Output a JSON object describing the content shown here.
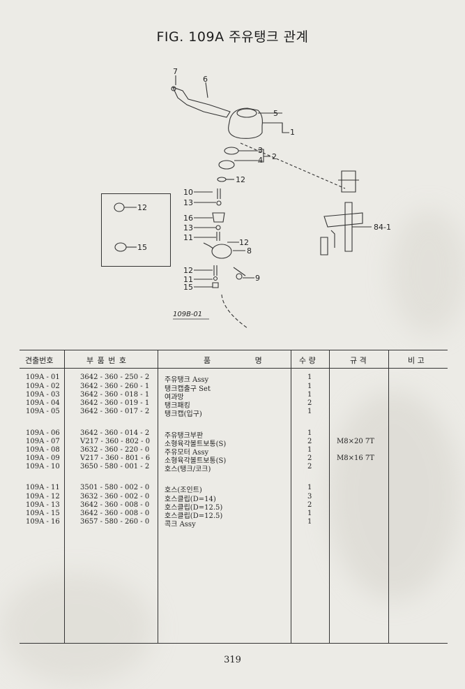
{
  "page": {
    "title": "FIG. 109A 주유탱크 관계",
    "page_number": "319"
  },
  "diagram": {
    "callouts": [
      "7",
      "6",
      "5",
      "1",
      "3",
      "4",
      "2",
      "12",
      "10",
      "13",
      "16",
      "13",
      "11",
      "12",
      "8",
      "12",
      "11",
      "15",
      "9",
      "84-1",
      "12",
      "15"
    ],
    "ref_code": "109B-01"
  },
  "table": {
    "headers": {
      "index": "견출번호",
      "part_no": "부 품 번 호",
      "name": "품 명",
      "qty": "수 량",
      "spec": "규 격",
      "remarks": "비 고"
    },
    "rows": [
      {
        "index": "109A - 01",
        "part_no": "3642 - 360 - 250 - 2",
        "name": "주유탱크 Assy",
        "qty": "1",
        "spec": ""
      },
      {
        "index": "109A - 02",
        "part_no": "3642 - 360 - 260 - 1",
        "name": "탱크캡출구 Set",
        "qty": "1",
        "spec": ""
      },
      {
        "index": "109A - 03",
        "part_no": "3642 - 360 - 018 - 1",
        "name": "여과망",
        "qty": "1",
        "spec": ""
      },
      {
        "index": "109A - 04",
        "part_no": "3642 - 360 - 019 - 1",
        "name": "탱크패킹",
        "qty": "2",
        "spec": ""
      },
      {
        "index": "109A - 05",
        "part_no": "3642 - 360 - 017 - 2",
        "name": "탱크캡(입구)",
        "qty": "1",
        "spec": ""
      },
      {
        "index": "109A - 06",
        "part_no": "3642 - 360 - 014 - 2",
        "name": "주유탱크부판",
        "qty": "1",
        "spec": ""
      },
      {
        "index": "109A - 07",
        "part_no": "V217 - 360 - 802 - 0",
        "name": "소형육각볼트보통(S)",
        "qty": "2",
        "spec": "M8×20 7T"
      },
      {
        "index": "109A - 08",
        "part_no": "3632 - 360 - 220 - 0",
        "name": "주유모터 Assy",
        "qty": "1",
        "spec": ""
      },
      {
        "index": "109A - 09",
        "part_no": "V217 - 360 - 801 - 6",
        "name": "소형육각볼트보통(S)",
        "qty": "2",
        "spec": "M8×16 7T"
      },
      {
        "index": "109A - 10",
        "part_no": "3650 - 580 - 001 - 2",
        "name": "호스(탱크/코크)",
        "qty": "2",
        "spec": ""
      },
      {
        "index": "109A - 11",
        "part_no": "3501 - 580 - 002 - 0",
        "name": "호스(조인트)",
        "qty": "1",
        "spec": ""
      },
      {
        "index": "109A - 12",
        "part_no": "3632 - 360 - 002 - 0",
        "name": "호스클립(D=14)",
        "qty": "3",
        "spec": ""
      },
      {
        "index": "109A - 13",
        "part_no": "3642 - 360 - 008 - 0",
        "name": "호스클립(D=12.5)",
        "qty": "2",
        "spec": ""
      },
      {
        "index": "109A - 15",
        "part_no": "3642 - 360 - 008 - 0",
        "name": "호스클립(D=12.5)",
        "qty": "1",
        "spec": ""
      },
      {
        "index": "109A - 16",
        "part_no": "3657 - 580 - 260 - 0",
        "name": "콕크 Assy",
        "qty": "1",
        "spec": ""
      }
    ]
  }
}
